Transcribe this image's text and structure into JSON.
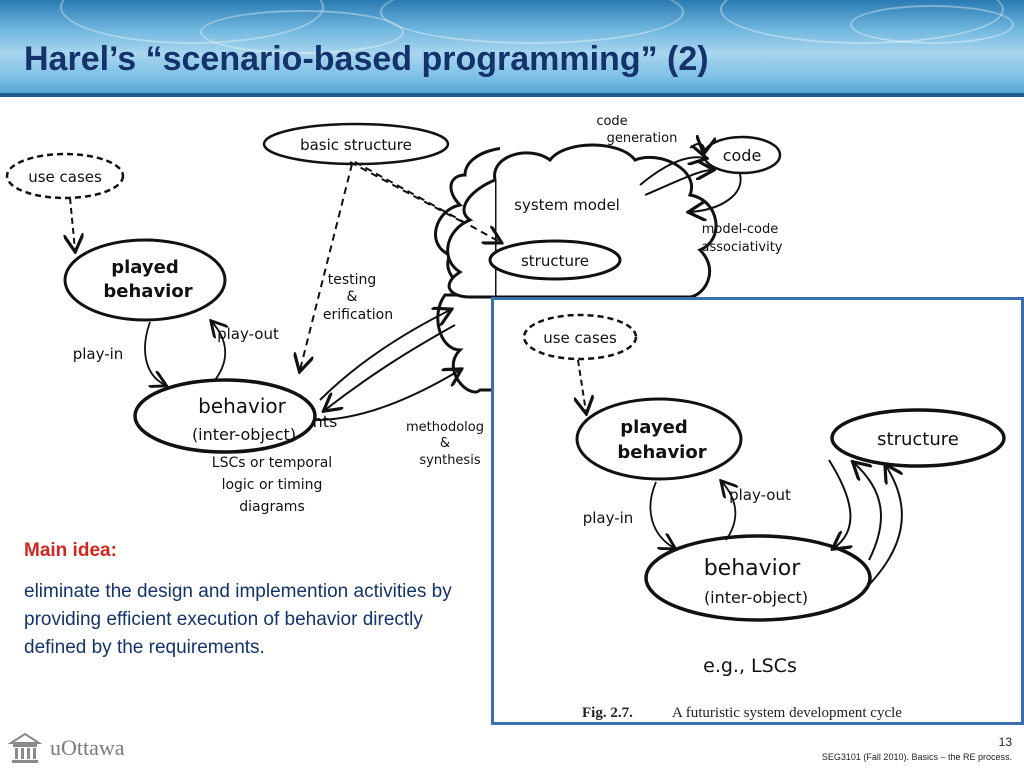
{
  "slide": {
    "title": "Harel’s “scenario-based programming” (2)",
    "page_number": "13",
    "footer": "SEG3101 (Fall 2010).   Basics – the RE process.",
    "logo_text": "uOttawa"
  },
  "main_idea": {
    "label": "Main idea:",
    "text": "eliminate the design and implemention activities  by providing efficient execution of behavior directly defined by the requirements."
  },
  "diagram_main": {
    "use_cases": "use cases",
    "basic_structure": "basic structure",
    "code": "code",
    "code_generation_1": "code",
    "code_generation_2": "generation",
    "system_model": "system model",
    "structure": "structure",
    "model_code_1": "model-code",
    "model_code_2": "associativity",
    "played_1": "played",
    "played_2": "behavior",
    "play_out": "play-out",
    "play_in": "play-in",
    "testing_1": "testing",
    "testing_2": "&",
    "testing_3": "erification",
    "behavior_1": "behavior",
    "behavior_2": "(inter-object)",
    "nts": "nts",
    "methodolog_1": "methodolog",
    "methodolog_2": "&",
    "methodolog_3": "synthesis",
    "lsc_1": "LSCs or temporal",
    "lsc_2": "logic or timing",
    "lsc_3": "diagrams"
  },
  "figure": {
    "use_cases": "use cases",
    "played_1": "played",
    "played_2": "behavior",
    "structure": "structure",
    "play_out": "play-out",
    "play_in": "play-in",
    "behavior_1": "behavior",
    "behavior_2": "(inter-object)",
    "eg": "e.g., LSCs",
    "caption_label": "Fig. 2.7.",
    "caption_text": "A futuristic system development cycle"
  }
}
